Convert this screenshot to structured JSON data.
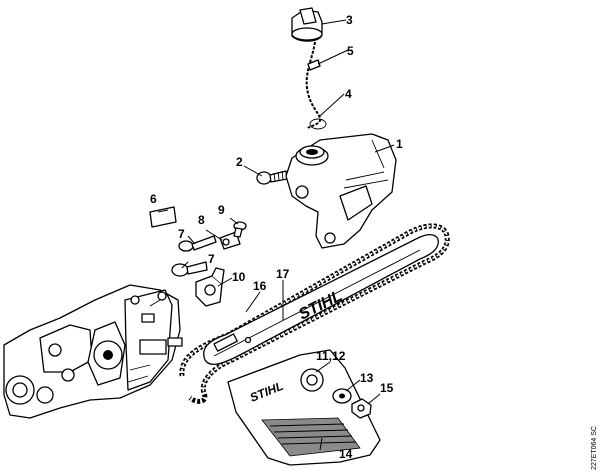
{
  "diagram": {
    "callouts": {
      "c1": "1",
      "c2": "2",
      "c3": "3",
      "c4": "4",
      "c5": "5",
      "c6": "6",
      "c7a": "7",
      "c7b": "7",
      "c8": "8",
      "c9": "9",
      "c10": "10",
      "c11_12": "11,12",
      "c13": "13",
      "c14": "14",
      "c15": "15",
      "c16": "16",
      "c17": "17"
    },
    "bar_brand": "STIHL",
    "cover_brand": "STIHL",
    "reference_code": "227ET064 SC"
  }
}
